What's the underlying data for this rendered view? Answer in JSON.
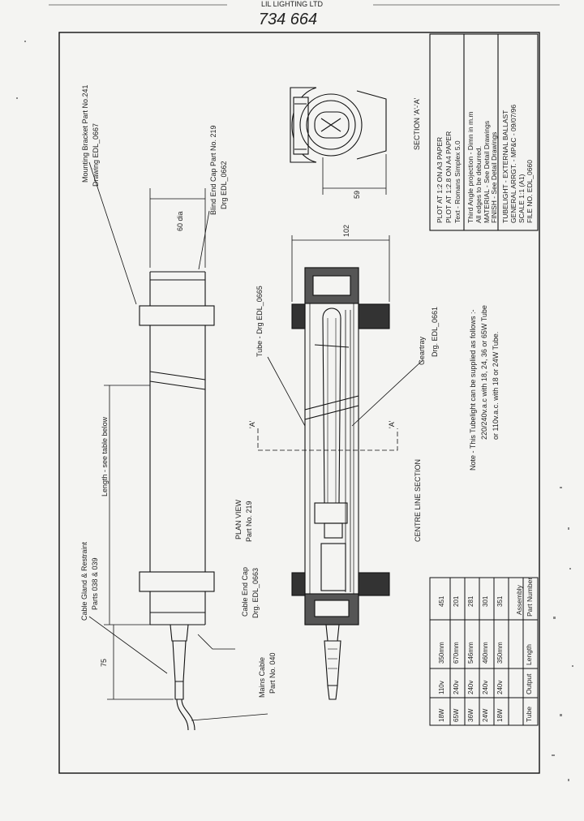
{
  "header": {
    "top_strip": "LIL LIGHTING LTD",
    "handwritten_number": "734 664"
  },
  "plan_view": {
    "title": "PLAN VIEW",
    "subtitle": "Part No. 219",
    "label_bracket_1": "Mounting Bracket Part No.241",
    "label_bracket_2": "Drawing EDL_0667",
    "label_blind_cap_1": "Blind End Cap Part No. 219",
    "label_blind_cap_2": "Drg EDL_0662",
    "label_gland_1": "Cable Gland & Restraint",
    "label_gland_2": "Parts 038 & 039",
    "label_cable_cap_1": "Cable End Cap",
    "label_cable_cap_2": "Drg. EDL_0663",
    "label_mains_1": "Mains Cable",
    "label_mains_2": "Part No. 040",
    "dim_diameter": "60 dia",
    "dim_length": "Length - see table below",
    "dim_75": "75"
  },
  "section": {
    "title": "CENTRE LINE SECTION",
    "label_tube": "Tube - Drg EDL_0665",
    "label_geartray_1": "Geartray",
    "label_geartray_2": "Drg. EDL_0661",
    "section_marker": "'A'",
    "dim_102": "102",
    "dim_59": "59",
    "section_aa": "SECTION 'A'-'A'"
  },
  "note": {
    "line1": "Note - This Tubelight can be supplied as follows :-",
    "line2": "220/240v.a.c with 18, 24, 36 or 65W Tube",
    "line3": "or 110v.a.c. with 18 or 24W Tube."
  },
  "table": {
    "headers": [
      "Tube",
      "Output",
      "Length",
      "Assembly Part Number"
    ],
    "rows": [
      [
        "18W",
        "110v",
        "350mm",
        "451"
      ],
      [
        "65W",
        "240v",
        "670mm",
        "201"
      ],
      [
        "36W",
        "240v",
        "546mm",
        "281"
      ],
      [
        "24W",
        "240v",
        "460mm",
        "301"
      ],
      [
        "18W",
        "240v",
        "350mm",
        "351"
      ]
    ]
  },
  "title_block": {
    "plot1": "PLOT AT 1:2 ON A3 PAPER",
    "plot2": "PLOT AT 1:2.8 ON A4 PAPER",
    "plot3": "Text - Romans Simplex 5.0",
    "spec1": "Third Angle projection - Dimn in m.m",
    "spec2": "All edges to be deburred.",
    "spec3": "MATERIAL - See Detail Drawings",
    "spec4": "FINISH - See Detail Drawings",
    "t1": "TUBELIGHT - EXTERNAL BALLAST",
    "t2": "GENERAL ARRGT. - MP&C - 09/07/96",
    "t3": "SCALE 1:1 (A1)",
    "t4": "FILE NO. EDL_0660"
  }
}
